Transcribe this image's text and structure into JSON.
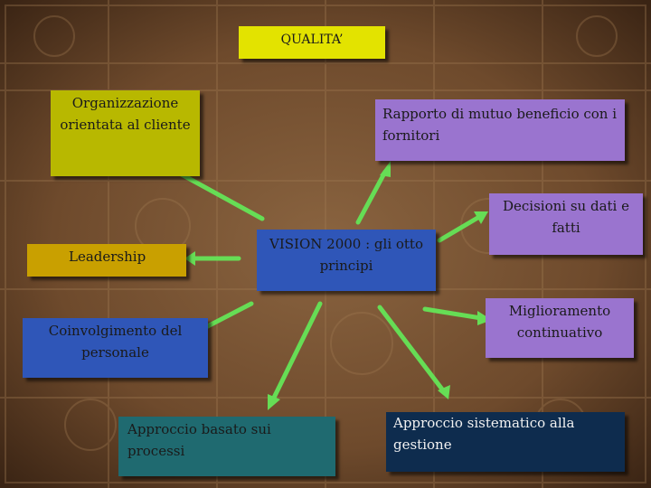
{
  "title": "QUALITA’",
  "center": "VISION 2000 : gli otto principi",
  "principles": {
    "cliente": "Organizzazione orientata al cliente",
    "fornitori": "Rapporto di mutuo beneficio con i fornitori",
    "leadership": "Leadership",
    "decisioni": "Decisioni su dati e fatti",
    "personale": "Coinvolgimento del personale",
    "miglioramento": "Miglioramento continuativo",
    "processi": "Approccio basato sui processi",
    "sistematico": "Approccio sistematico alla gestione"
  },
  "colors": {
    "background": "#6e4a2c",
    "title": "#e3e300",
    "cliente": "#b8b800",
    "fornitori": "#9a74cf",
    "leadership": "#c9a000",
    "center": "#2f56b8",
    "decisioni": "#9a74cf",
    "personale": "#2f56b8",
    "miglioramento": "#9a74cf",
    "processi": "#1f6a70",
    "sistematico": "#0e2c4e",
    "arrow": "#66dd55"
  }
}
